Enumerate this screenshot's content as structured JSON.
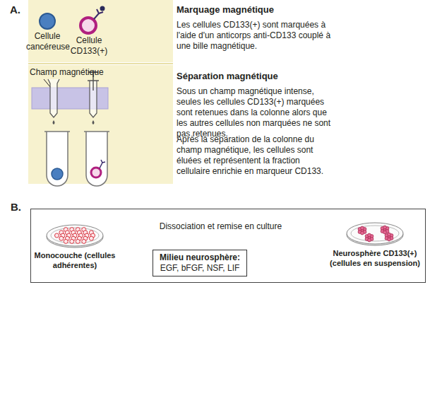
{
  "diagram": {
    "nodes": [
      {
        "text": [
          "B."
        ]
      },
      {
        "text": [
          "Monocouche (cellules adhérentes)"
        ],
        "in": 0
      },
      {
        "text": [
          "Milieu neurosphère:",
          "EGF, bFGF, NSF, LIF"
        ],
        "in": 0
      },
      {
        "text": [
          "Neurosphère CD133(+) (cellules en suspension)"
        ],
        "in": 0
      }
    ],
    "edges": [
      {
        "from": 1,
        "to": 3,
        "arrow": "to",
        "label": "Dissociation et remise en culture"
      }
    ],
    "labels": [
      "A.",
      "Cellule cancéreuse",
      "Cellule CD133(+)",
      "Marquage magnétique",
      "Les cellules CD133(+) sont marquées à l'aide d'un anticorps anti-CD133 couplé à une bille magnétique.",
      "Champ magnétique",
      "Séparation magnétique",
      "Sous un champ magnétique intense, seules les cellules CD133(+) marquées sont retenues dans la colonne alors que les autres cellules non marquées ne sont pas retenues.",
      "Après la séparation de la colonne du champ magnétique, les cellules sont éluées et représentent la fraction cellulaire enrichie en marqueur CD133."
    ]
  }
}
